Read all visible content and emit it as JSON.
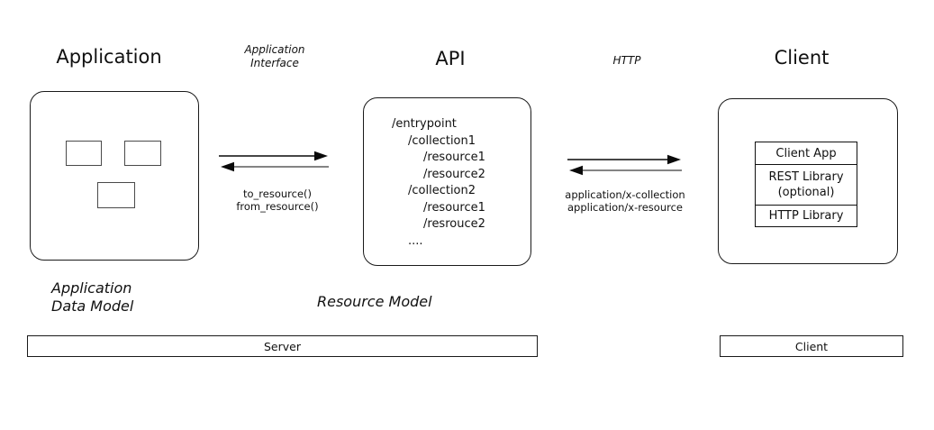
{
  "headings": {
    "application": "Application",
    "api": "API",
    "client": "Client"
  },
  "connector_labels": {
    "app_interface": [
      "Application",
      "Interface"
    ],
    "http": "HTTP",
    "app_api_calls": [
      "to_resource()",
      "from_resource()"
    ],
    "api_client_media_types": [
      "application/x-collection",
      "application/x-resource"
    ]
  },
  "api_box": {
    "tree": [
      "/entrypoint",
      "/collection1",
      "/resource1",
      "/resource2",
      "/collection2",
      "/resource1",
      "/resrouce2",
      "...."
    ]
  },
  "client_box": {
    "layers": {
      "client_app": "Client App",
      "rest_library_line1": "REST Library",
      "rest_library_line2": "(optional)",
      "http_library": "HTTP Library"
    }
  },
  "model_labels": {
    "application_data_model": [
      "Application",
      "Data Model"
    ],
    "resource_model": "Resource Model"
  },
  "bars": {
    "server": "Server",
    "client": "Client"
  },
  "colors": {
    "background": "#ffffff",
    "stroke": "#111111",
    "inner_rect_stroke": "#4a4a4a"
  }
}
